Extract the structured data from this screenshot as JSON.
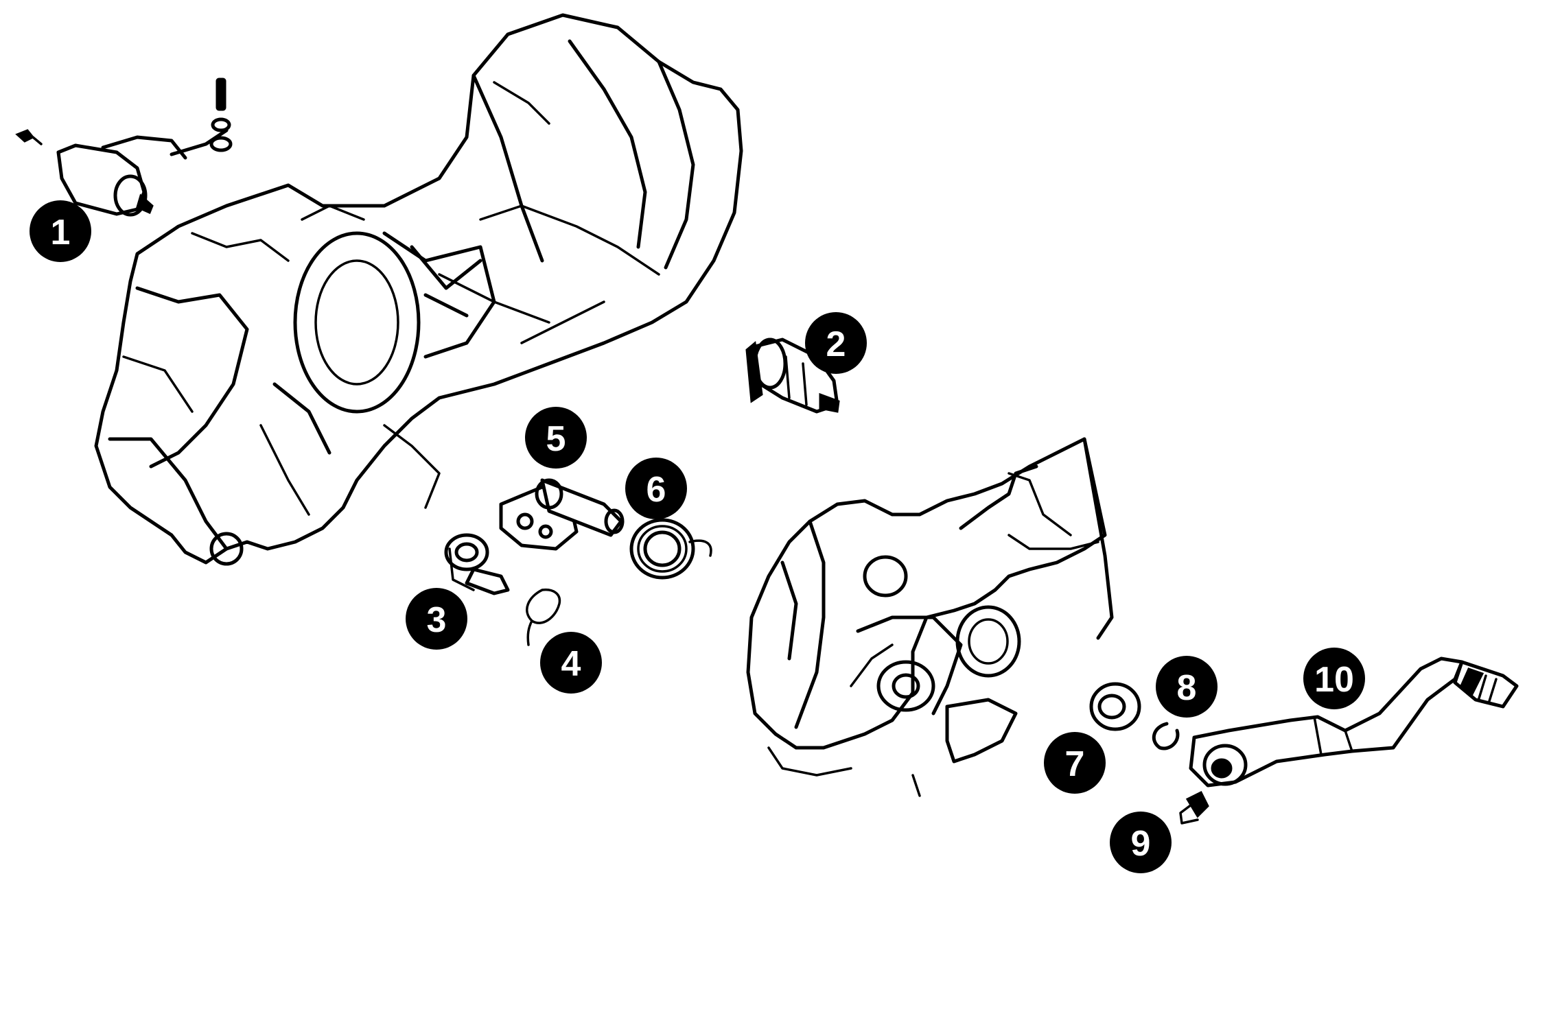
{
  "diagram": {
    "colors": {
      "badge_fill": "#000000",
      "badge_text": "#ffffff",
      "line": "#000000",
      "background": "#ffffff"
    },
    "callouts": [
      {
        "id": "1",
        "label": "1"
      },
      {
        "id": "2",
        "label": "2"
      },
      {
        "id": "3",
        "label": "3"
      },
      {
        "id": "4",
        "label": "4"
      },
      {
        "id": "5",
        "label": "5"
      },
      {
        "id": "6",
        "label": "6"
      },
      {
        "id": "7",
        "label": "7"
      },
      {
        "id": "8",
        "label": "8"
      },
      {
        "id": "9",
        "label": "9"
      },
      {
        "id": "10",
        "label": "10"
      }
    ]
  }
}
